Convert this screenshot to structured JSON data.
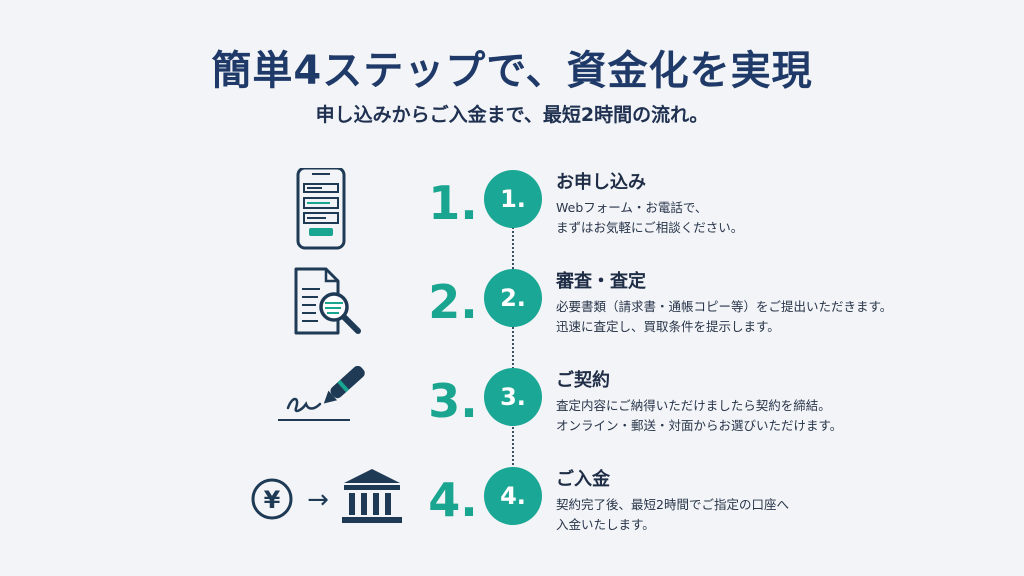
{
  "header": {
    "title": "簡単4ステップで、資金化を実現",
    "subtitle": "申し込みからご入金まで、最短2時間の流れ。"
  },
  "steps": [
    {
      "number": "1.",
      "circle": "1.",
      "title": "お申し込み",
      "desc_line1": "Webフォーム・お電話で、",
      "desc_line2": "まずはお気軽にご相談ください。",
      "icon": "smartphone-form-icon"
    },
    {
      "number": "2.",
      "circle": "2.",
      "title": "審査・査定",
      "desc_line1": "必要書類（請求書・通帳コピー等）をご提出いただきます。",
      "desc_line2": "迅速に査定し、買取条件を提示します。",
      "icon": "document-magnifier-icon"
    },
    {
      "number": "3.",
      "circle": "3.",
      "title": "ご契約",
      "desc_line1": "査定内容にご納得いただけましたら契約を締結。",
      "desc_line2": "オンライン・郵送・対面からお選びいただけます。",
      "icon": "fountain-pen-signature-icon"
    },
    {
      "number": "4.",
      "circle": "4.",
      "title": "ご入金",
      "desc_line1": "契約完了後、最短2時間でご指定の口座へ",
      "desc_line2": "入金いたします。",
      "icon": "yen-to-bank-icon",
      "yen_symbol": "¥",
      "arrow_symbol": "→"
    }
  ],
  "colors": {
    "accent": "#1ba795",
    "title": "#1f3a68",
    "icon_stroke": "#1f3a55",
    "background": "#f2f4f7"
  }
}
